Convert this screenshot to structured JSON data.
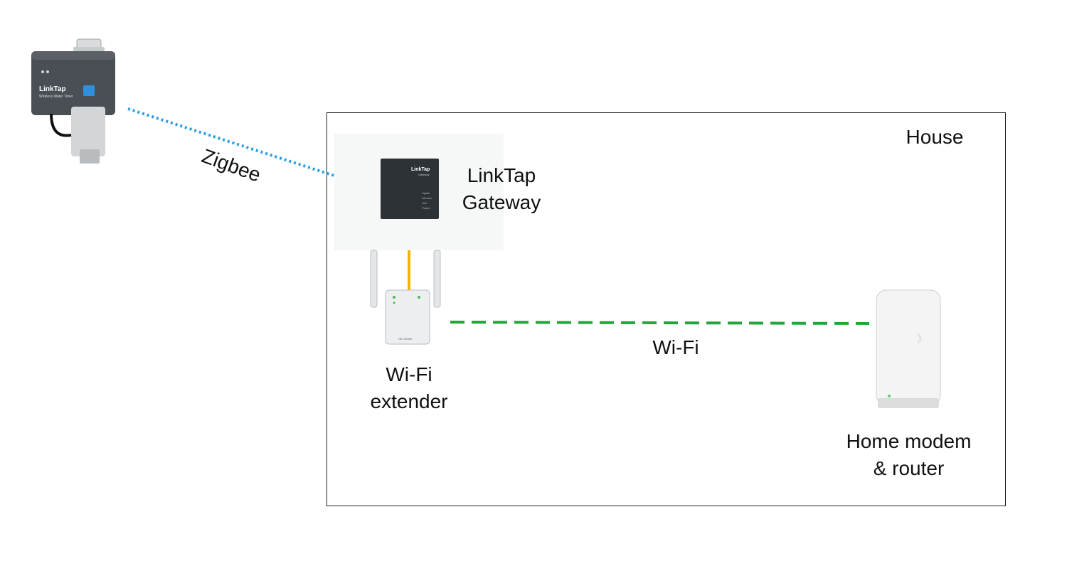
{
  "labels": {
    "house": "House",
    "gateway": [
      "LinkTap",
      "Gateway"
    ],
    "extender": [
      "Wi-Fi",
      "extender"
    ],
    "wifi": "Wi-Fi",
    "router": [
      "Home modem",
      "& router"
    ],
    "zigbee": "Zigbee"
  },
  "device_text": {
    "timer_brand": "LinkTap",
    "timer_model": "Wireless Water Timer",
    "gateway_brand": "LinkTap",
    "gateway_sub": "Gateway",
    "gateway_leds": [
      "Uplink",
      "Internet",
      "Link",
      "Power"
    ],
    "extender_brand": "NETGEAR"
  },
  "colors": {
    "zigbee_link": "#2a9fe0",
    "wifi_link": "#22a63a",
    "ethernet_cable": "#f5b400",
    "house_border": "#222222"
  }
}
